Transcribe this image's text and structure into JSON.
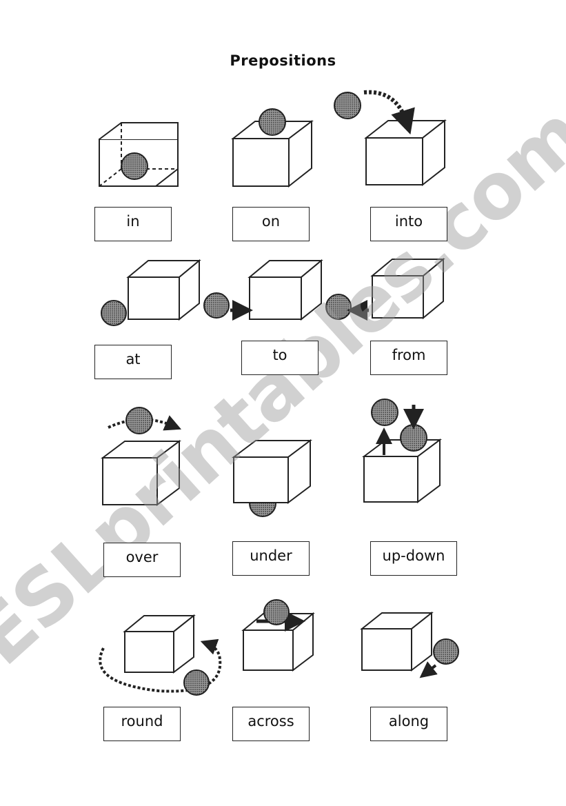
{
  "title": "Prepositions",
  "watermark": "ESLprintables.com",
  "labels": [
    "in",
    "on",
    "into",
    "at",
    "to",
    "from",
    "over",
    "under",
    "up-down",
    "round",
    "across",
    "along"
  ]
}
